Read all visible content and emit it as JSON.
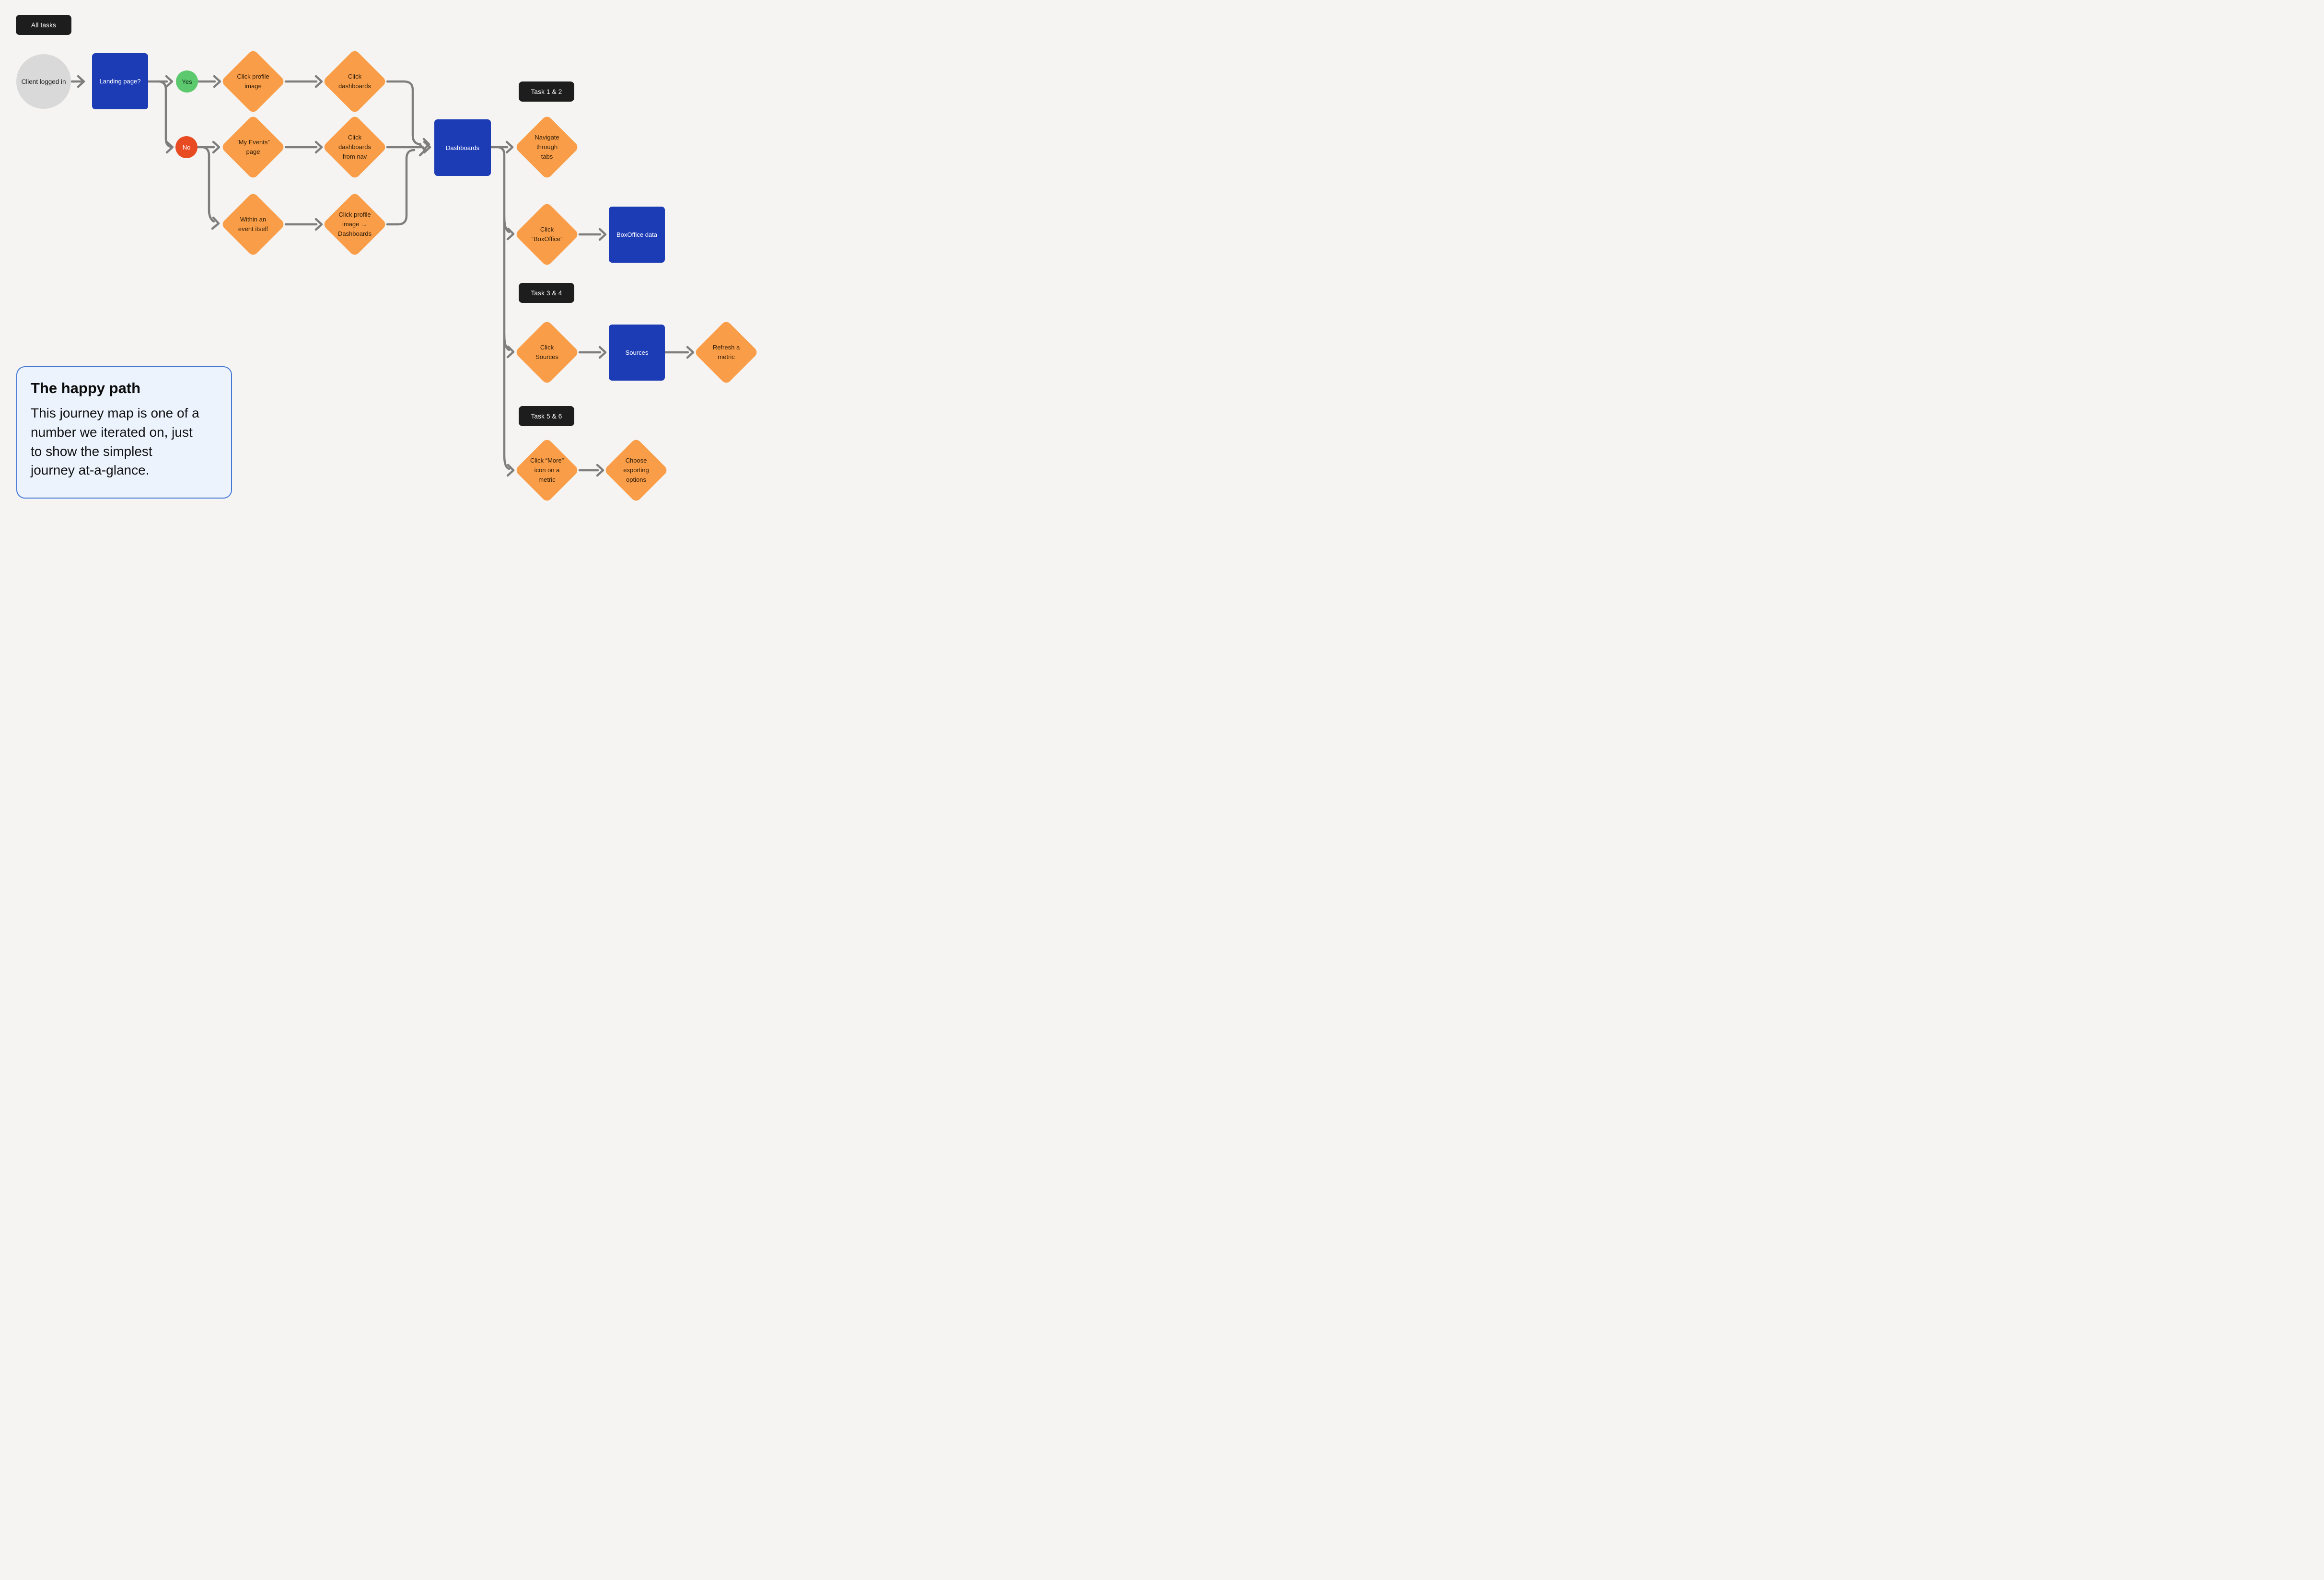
{
  "app": {
    "background": "#F5F4F2"
  },
  "colors": {
    "blue_node": "#1C3CB6",
    "orange_node": "#F99D48",
    "green_yes": "#5DC96E",
    "red_no": "#E84A22",
    "gray_start": "#D9D9D9",
    "arrow_gray": "#7E7E7E",
    "badge_bg": "#1D1D1D",
    "callout_bg": "#ECF3FD",
    "callout_border": "#4377D6"
  },
  "badges": {
    "all_tasks": "All tasks",
    "task_1_2": "Task 1 & 2",
    "task_3_4": "Task 3 & 4",
    "task_5_6": "Task 5 & 6"
  },
  "nodes": {
    "client": {
      "label": "Client logged in"
    },
    "landing": {
      "label": "Landing page?"
    },
    "yes": {
      "label": "Yes"
    },
    "no": {
      "label": "No"
    },
    "click_profile_image": {
      "label": [
        "Click profile",
        "image"
      ]
    },
    "click_dashboards": {
      "label": [
        "Click",
        "dashboards"
      ]
    },
    "my_events_page": {
      "label": [
        "“My Events”",
        "page"
      ]
    },
    "click_dashboards_from_nav": {
      "label": [
        "Click",
        "dashboards",
        "from nav"
      ]
    },
    "within_an_event": {
      "label": [
        "Within an",
        "event itself"
      ]
    },
    "click_profile_image_dashboards": {
      "label": [
        "Click profile",
        "image →",
        "Dashboards"
      ]
    },
    "dashboards": {
      "label": "Dashboards"
    },
    "navigate_through_tabs": {
      "label": [
        "Navigate",
        "through",
        "tabs"
      ]
    },
    "click_boxoffice": {
      "label": [
        "Click",
        "“BoxOffice”"
      ]
    },
    "boxoffice_data": {
      "label": "BoxOffice data"
    },
    "click_sources": {
      "label": [
        "Click",
        "Sources"
      ]
    },
    "sources": {
      "label": "Sources"
    },
    "refresh_a_metric": {
      "label": [
        "Refresh a",
        "metric"
      ]
    },
    "click_more_icon": {
      "label": [
        "Click “More”",
        "icon on a",
        "metric"
      ]
    },
    "choose_exporting": {
      "label": [
        "Choose",
        "exporting",
        "options"
      ]
    }
  },
  "callout": {
    "title": "The happy path",
    "body": [
      "This journey map is one of a",
      "number we iterated on, just",
      "to show the simplest",
      "journey at-a-glance."
    ]
  }
}
